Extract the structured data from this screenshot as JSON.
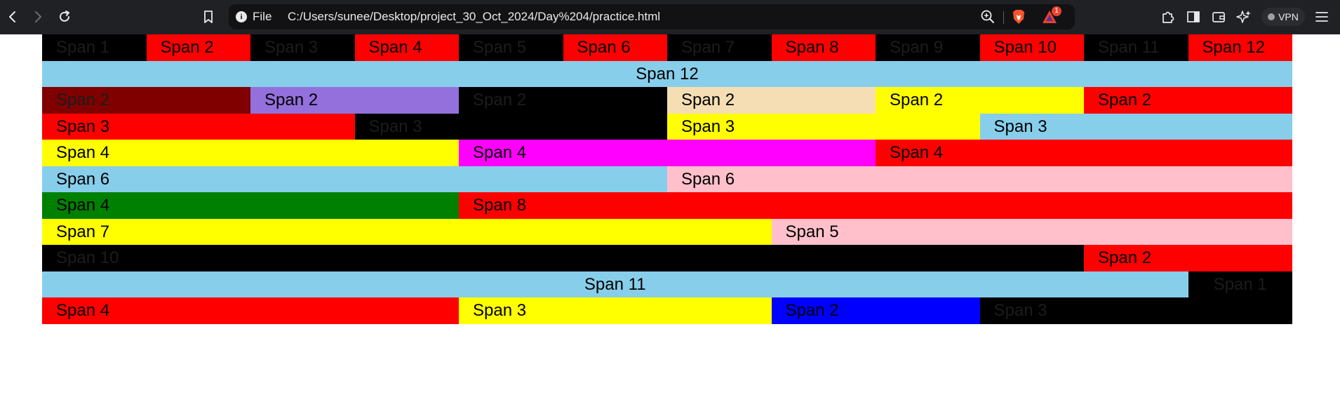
{
  "browser": {
    "file_label": "File",
    "url": "C:/Users/sunee/Desktop/project_30_Oct_2024/Day%204/practice.html",
    "notification_count": "1",
    "vpn_label": "VPN"
  },
  "rows": [
    [
      {
        "label": "Span 1",
        "span": 1,
        "color": "#000000",
        "text_color": "#1c1c1c"
      },
      {
        "label": "Span 2",
        "span": 1,
        "color": "#ff0000",
        "text_color": "#000000"
      },
      {
        "label": "Span 3",
        "span": 1,
        "color": "#000000",
        "text_color": "#1c1c1c"
      },
      {
        "label": "Span 4",
        "span": 1,
        "color": "#ff0000",
        "text_color": "#000000"
      },
      {
        "label": "Span 5",
        "span": 1,
        "color": "#000000",
        "text_color": "#1c1c1c"
      },
      {
        "label": "Span 6",
        "span": 1,
        "color": "#ff0000",
        "text_color": "#000000"
      },
      {
        "label": "Span 7",
        "span": 1,
        "color": "#000000",
        "text_color": "#1c1c1c"
      },
      {
        "label": "Span 8",
        "span": 1,
        "color": "#ff0000",
        "text_color": "#000000"
      },
      {
        "label": "Span 9",
        "span": 1,
        "color": "#000000",
        "text_color": "#1c1c1c"
      },
      {
        "label": "Span 10",
        "span": 1,
        "color": "#ff0000",
        "text_color": "#000000"
      },
      {
        "label": "Span 11",
        "span": 1,
        "color": "#000000",
        "text_color": "#1c1c1c"
      },
      {
        "label": "Span 12",
        "span": 1,
        "color": "#ff0000",
        "text_color": "#000000"
      }
    ],
    [
      {
        "label": "Span 12",
        "span": 12,
        "color": "#87ceeb",
        "text_color": "#000000",
        "center": true
      }
    ],
    [
      {
        "label": "Span 2",
        "span": 2,
        "color": "#800000",
        "text_color": "#1c1c1c"
      },
      {
        "label": "Span 2",
        "span": 2,
        "color": "#9370db",
        "text_color": "#000000"
      },
      {
        "label": "Span 2",
        "span": 2,
        "color": "#000000",
        "text_color": "#1c1c1c"
      },
      {
        "label": "Span 2",
        "span": 2,
        "color": "#f5deb3",
        "text_color": "#000000"
      },
      {
        "label": "Span 2",
        "span": 2,
        "color": "#ffff00",
        "text_color": "#000000"
      },
      {
        "label": "Span 2",
        "span": 2,
        "color": "#ff0000",
        "text_color": "#000000"
      }
    ],
    [
      {
        "label": "Span 3",
        "span": 3,
        "color": "#ff0000",
        "text_color": "#000000"
      },
      {
        "label": "Span 3",
        "span": 3,
        "color": "#000000",
        "text_color": "#1c1c1c"
      },
      {
        "label": "Span 3",
        "span": 3,
        "color": "#ffff00",
        "text_color": "#000000"
      },
      {
        "label": "Span 3",
        "span": 3,
        "color": "#87ceeb",
        "text_color": "#000000"
      }
    ],
    [
      {
        "label": "Span 4",
        "span": 4,
        "color": "#ffff00",
        "text_color": "#000000"
      },
      {
        "label": "Span 4",
        "span": 4,
        "color": "#ff00ff",
        "text_color": "#000000"
      },
      {
        "label": "Span 4",
        "span": 4,
        "color": "#ff0000",
        "text_color": "#000000"
      }
    ],
    [
      {
        "label": "Span 6",
        "span": 6,
        "color": "#87ceeb",
        "text_color": "#000000"
      },
      {
        "label": "Span 6",
        "span": 6,
        "color": "#ffc0cb",
        "text_color": "#000000"
      }
    ],
    [
      {
        "label": "Span 4",
        "span": 4,
        "color": "#008000",
        "text_color": "#000000"
      },
      {
        "label": "Span 8",
        "span": 8,
        "color": "#ff0000",
        "text_color": "#000000"
      }
    ],
    [
      {
        "label": "Span 7",
        "span": 7,
        "color": "#ffff00",
        "text_color": "#000000"
      },
      {
        "label": "Span 5",
        "span": 5,
        "color": "#ffc0cb",
        "text_color": "#000000"
      }
    ],
    [
      {
        "label": "Span 10",
        "span": 10,
        "color": "#000000",
        "text_color": "#1c1c1c"
      },
      {
        "label": "Span 2",
        "span": 2,
        "color": "#ff0000",
        "text_color": "#000000"
      }
    ],
    [
      {
        "label": "Span 11",
        "span": 11,
        "color": "#87ceeb",
        "text_color": "#000000",
        "center": true
      },
      {
        "label": "Span 1",
        "span": 1,
        "color": "#000000",
        "text_color": "#1c1c1c",
        "center": true
      }
    ],
    [
      {
        "label": "Span 4",
        "span": 4,
        "color": "#ff0000",
        "text_color": "#000000"
      },
      {
        "label": "Span 3",
        "span": 3,
        "color": "#ffff00",
        "text_color": "#000000"
      },
      {
        "label": "Span 2",
        "span": 2,
        "color": "#0000ff",
        "text_color": "#000000"
      },
      {
        "label": "Span 3",
        "span": 3,
        "color": "#000000",
        "text_color": "#1c1c1c"
      }
    ]
  ]
}
